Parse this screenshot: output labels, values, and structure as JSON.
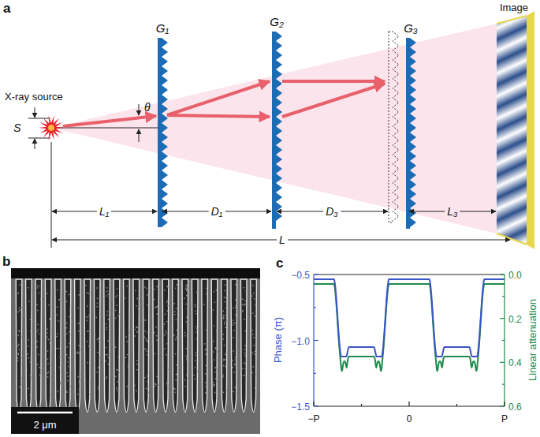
{
  "diagram": {
    "labels": [
      "a",
      "X-ray source",
      "S",
      "θ",
      "G₁",
      "G₂",
      "G₃",
      "Image",
      "L₁",
      "D₁",
      "D₃",
      "L₃",
      "L",
      "b",
      "2 μm",
      "c",
      "−0.5",
      "−1.0",
      "−1.5",
      "Phase (π)",
      "0.0",
      "0.2",
      "0.4",
      "0.6",
      "Linear attenuation",
      "−P",
      "0",
      "P"
    ]
  }
}
